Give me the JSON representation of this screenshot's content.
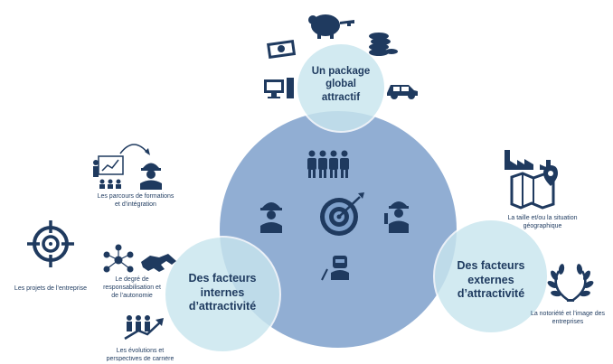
{
  "colors": {
    "navy": "#1f3a5f",
    "big_circle": "#7ea0cb",
    "small_circle": "#c9e6ee",
    "small_circle_border": "#ffffff"
  },
  "circles": {
    "top": {
      "line1": "Un package",
      "line2": "global",
      "line3": "attractif"
    },
    "left": {
      "line1": "Des facteurs",
      "line2": "internes",
      "line3": "d’attractivité"
    },
    "right": {
      "line1": "Des facteurs",
      "line2": "externes",
      "line3": "d’attractivité"
    }
  },
  "labels": {
    "formations_1": "Les parcours de formations",
    "formations_2": "et d’intégration",
    "projets": "Les projets de l’entreprise",
    "responsabilisation_1": "Le degré de",
    "responsabilisation_2": "responsabilisation et",
    "responsabilisation_3": "de l’autonomie",
    "evolutions_1": "Les évolutions et",
    "evolutions_2": "perspectives de carrière",
    "taille_1": "La taille et/ou la situation",
    "taille_2": "géographique",
    "notoriete_1": "La notoriété et l’image des",
    "notoriete_2": "entreprises"
  },
  "icons": [
    "piggy-bank-icon",
    "banknotes-icon",
    "coins-icon",
    "computer-icon",
    "car-icon",
    "team-icon",
    "worker-helmet-icon",
    "target-icon",
    "electrician-icon",
    "welder-icon",
    "training-icon",
    "crosshair-icon",
    "network-icon",
    "handshake-icon",
    "growth-icon",
    "factory-map-icon",
    "laurel-icon"
  ]
}
